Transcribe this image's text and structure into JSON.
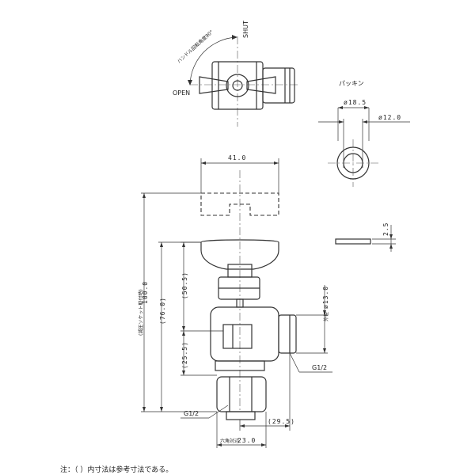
{
  "top_view": {
    "rotation_label": "ハンドル回転角度90°",
    "shut_label": "SHUT",
    "open_label": "OPEN"
  },
  "packing": {
    "title": "パッキン",
    "outer_diameter": "ø18.5",
    "inner_diameter": "ø12.0",
    "thickness": "2.5"
  },
  "front_view": {
    "handle_width": "41.0",
    "total_height": "100.0",
    "total_height_note": "(減圧ソケット取付時)",
    "height_76": "(76.0)",
    "height_50_5": "(50.5)",
    "height_25_5": "(25.5)",
    "outlet_diameter": "ø13.0",
    "outlet_diameter_note": "外径",
    "outlet_thread": "G1/2",
    "inlet_thread": "G1/2",
    "offset_29_5": "(29.5)",
    "hex_across_flats": "23.0",
    "hex_note": "六角対辺"
  },
  "footnote": "注：（  ）内寸法は参考寸法である。"
}
